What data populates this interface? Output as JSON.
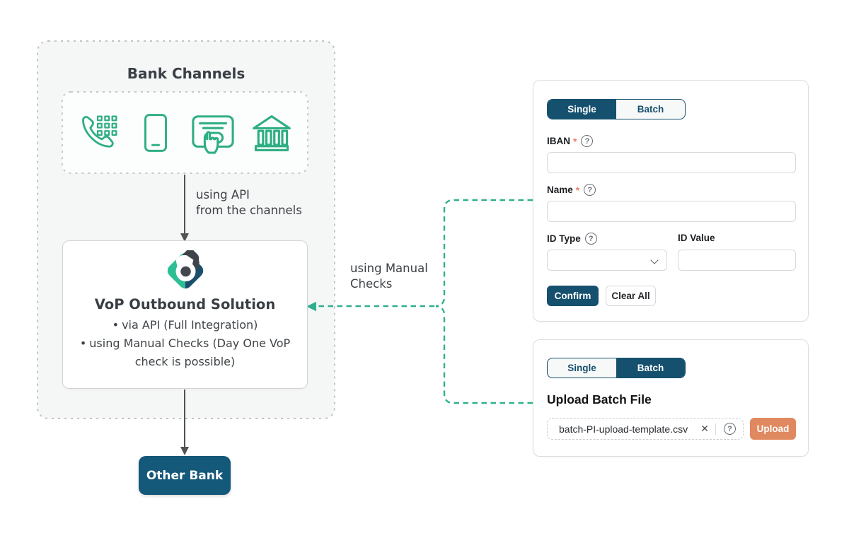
{
  "colors": {
    "accent_blue": "#15506e",
    "other_bank_blue": "#14587a",
    "icon_teal": "#2fae84",
    "connector_teal": "#2faf8e",
    "salmon": "#e0885f",
    "required_red": "#e8826b"
  },
  "glyphs": {
    "help": "?",
    "clear_file": "✕",
    "bullet": "•"
  },
  "diagram": {
    "bank_channels_title": "Bank Channels",
    "channel_icons": [
      {
        "name": "phone-icon"
      },
      {
        "name": "mobile-icon"
      },
      {
        "name": "card-payment-icon"
      },
      {
        "name": "bank-icon"
      }
    ],
    "api_label_line1": "using API",
    "api_label_line2": "from the channels",
    "vop_box": {
      "title": "VoP Outbound Solution",
      "bullets": [
        "via API (Full Integration)",
        "using Manual Checks (Day One VoP check is possible)"
      ]
    },
    "manual_label_line1": "using Manual",
    "manual_label_line2": "Checks",
    "other_bank_label": "Other Bank"
  },
  "single_panel": {
    "tabs": [
      {
        "label": "Single",
        "active": true
      },
      {
        "label": "Batch",
        "active": false
      }
    ],
    "required_marker": "*",
    "iban_label": "IBAN",
    "name_label": "Name",
    "id_type_label": "ID Type",
    "id_value_label": "ID Value",
    "confirm_button": "Confirm",
    "clear_all_button": "Clear All"
  },
  "batch_panel": {
    "tabs": [
      {
        "label": "Single",
        "active": false
      },
      {
        "label": "Batch",
        "active": true
      }
    ],
    "heading": "Upload Batch File",
    "file_name": "batch-PI-upload-template.csv",
    "upload_button": "Upload"
  }
}
